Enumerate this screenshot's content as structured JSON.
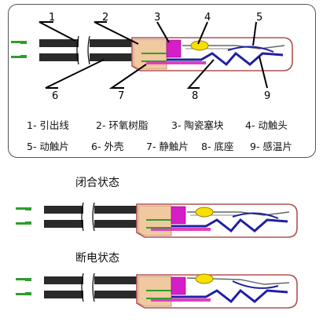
{
  "callouts": [
    "1",
    "2",
    "3",
    "4",
    "5",
    "6",
    "7",
    "8",
    "9"
  ],
  "legend": [
    "1- 引出线",
    "2- 环氧树脂",
    "3- 陶瓷塞块",
    "4- 动触头",
    "5- 动触片",
    "6- 外壳",
    "7- 静触片",
    "8- 底座",
    "9- 感温片"
  ],
  "states": {
    "closed": "闭合状态",
    "open": "断电状态"
  },
  "colors": {
    "lead_wire": "#2e9e2e",
    "cable": "#2a2a2a",
    "epoxy": "#f0c9a0",
    "ceramic": "#d61ec8",
    "contact": "#f5e000",
    "base": "#2020a0",
    "shell": "#b05050"
  }
}
